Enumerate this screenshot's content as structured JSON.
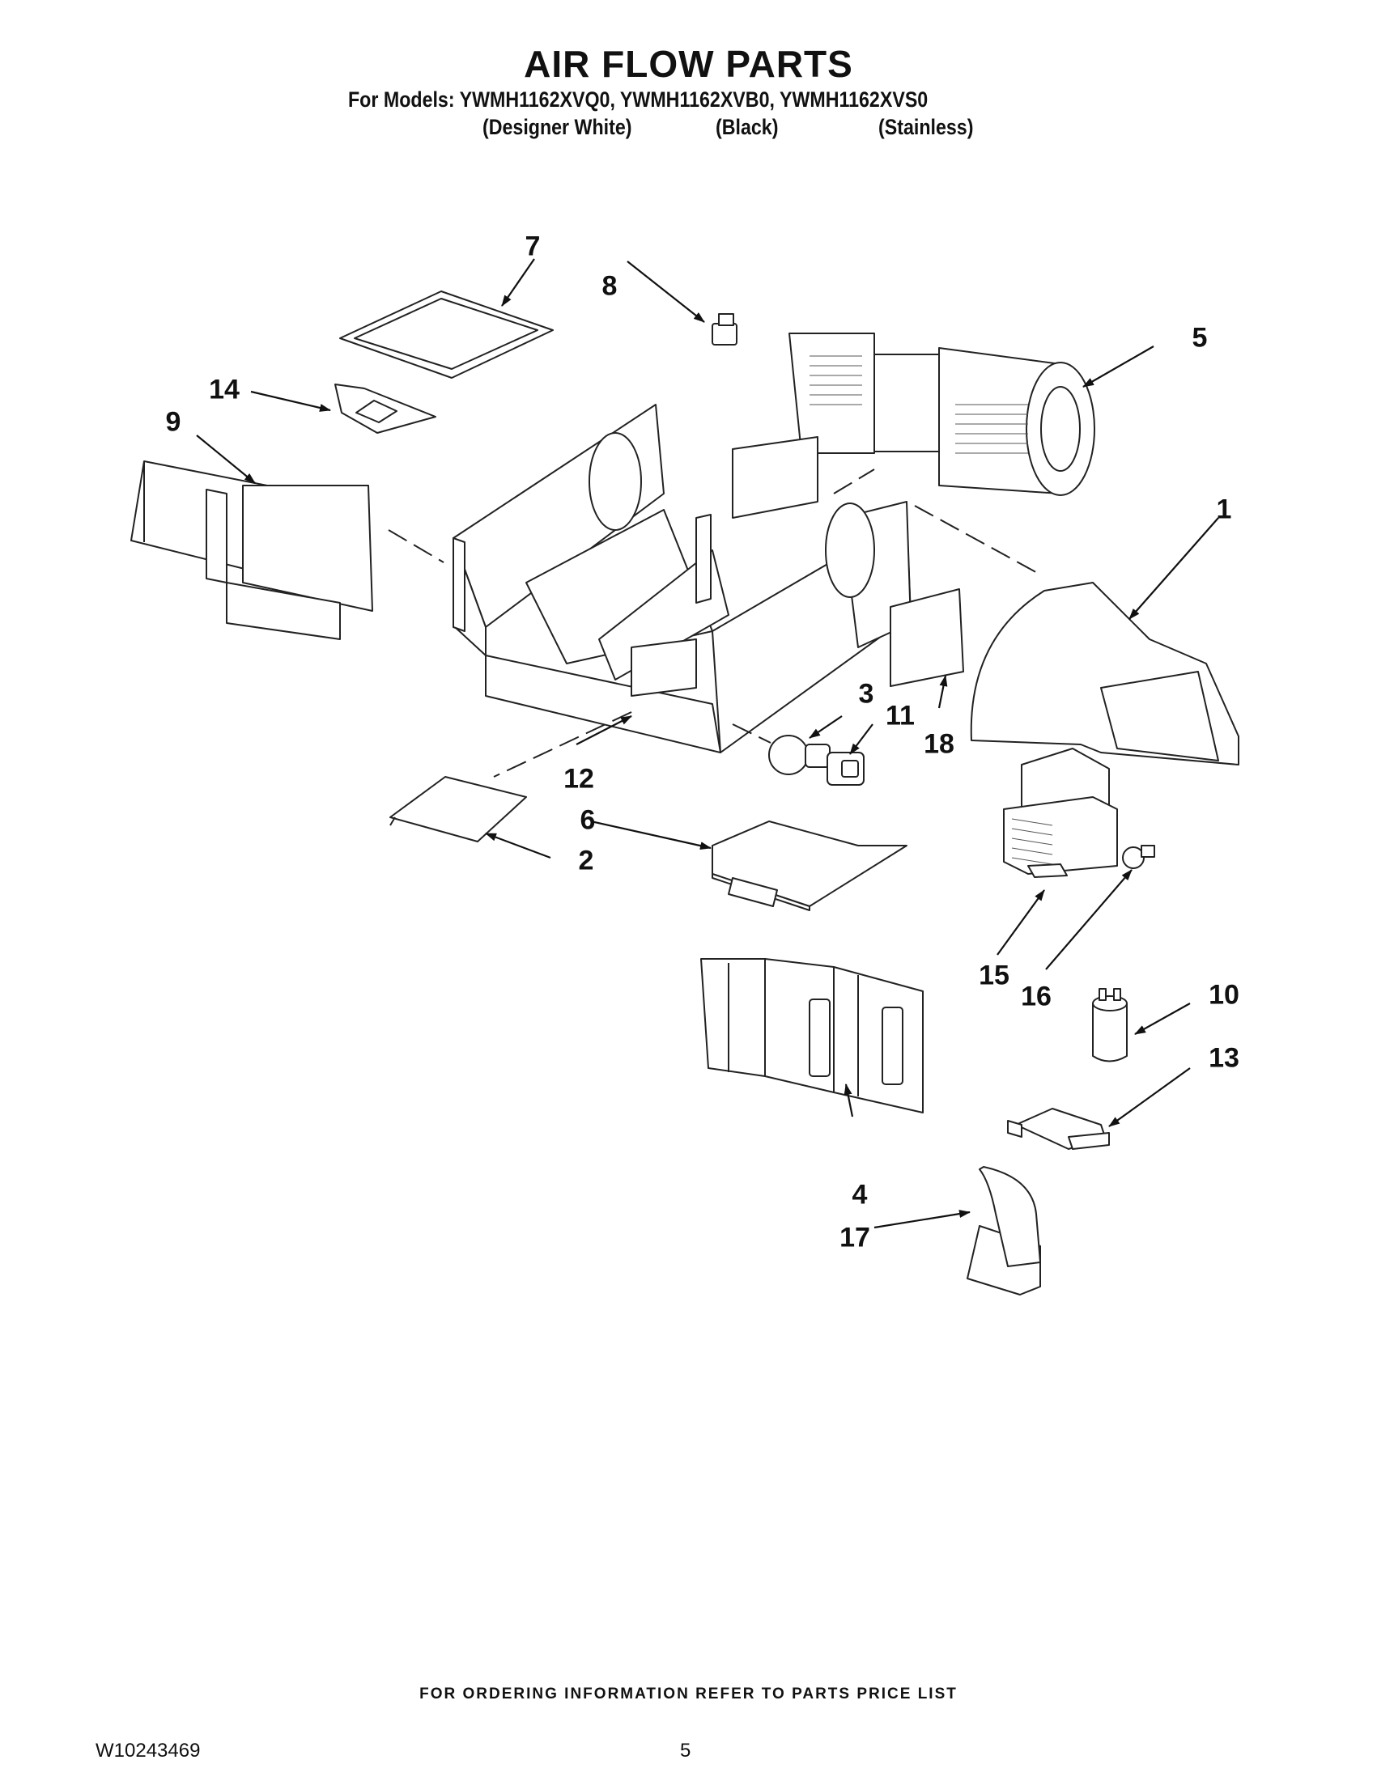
{
  "header": {
    "title": "AIR FLOW PARTS",
    "models_line": "For Models: YWMH1162XVQ0, YWMH1162XVB0, YWMH1162XVS0",
    "variants": [
      "(Designer White)",
      "(Black)",
      "(Stainless)"
    ]
  },
  "callouts": [
    "1",
    "2",
    "3",
    "4",
    "5",
    "6",
    "7",
    "8",
    "9",
    "10",
    "11",
    "12",
    "13",
    "14",
    "15",
    "16",
    "17",
    "18"
  ],
  "footer": {
    "note": "FOR ORDERING INFORMATION REFER TO PARTS PRICE LIST",
    "doc_number": "W10243469",
    "page_number": "5"
  }
}
